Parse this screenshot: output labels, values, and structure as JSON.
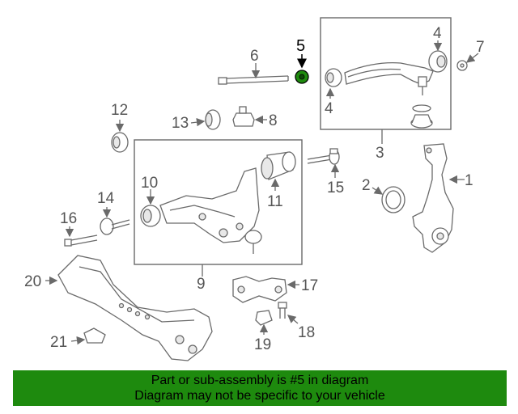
{
  "diagram": {
    "highlight_part": "5",
    "labels": {
      "p1": "1",
      "p2": "2",
      "p3": "3",
      "p4a": "4",
      "p4b": "4",
      "p5": "5",
      "p6": "6",
      "p7": "7",
      "p8": "8",
      "p9": "9",
      "p10": "10",
      "p11": "11",
      "p12": "12",
      "p13": "13",
      "p14": "14",
      "p15": "15",
      "p16": "16",
      "p17": "17",
      "p18": "18",
      "p19": "19",
      "p20": "20",
      "p21": "21"
    },
    "colors": {
      "highlight": "#1e8a0e",
      "line": "#6a6a6a"
    }
  },
  "banner": {
    "line1": "Part or sub-assembly is #5 in diagram",
    "line2": "Diagram may not be specific to your vehicle",
    "color": "#1e8a0e"
  }
}
